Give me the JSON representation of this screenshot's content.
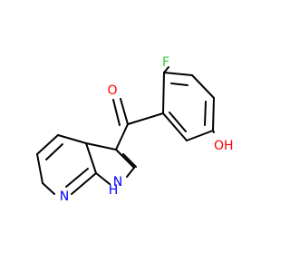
{
  "molecule": {
    "atom_labels": {
      "fluorine": "F",
      "carbonyl_oxygen": "O",
      "hydroxyl": "OH",
      "pyridine_nitrogen": "N",
      "pyrrole_nitrogen": "N",
      "pyrrole_hydrogen": "H"
    },
    "colors": {
      "bond": "#000000",
      "carbon_label": "#000000",
      "oxygen": "#ff0000",
      "nitrogen": "#0000ff",
      "fluorine": "#33cc33",
      "background": "#ffffff"
    }
  }
}
